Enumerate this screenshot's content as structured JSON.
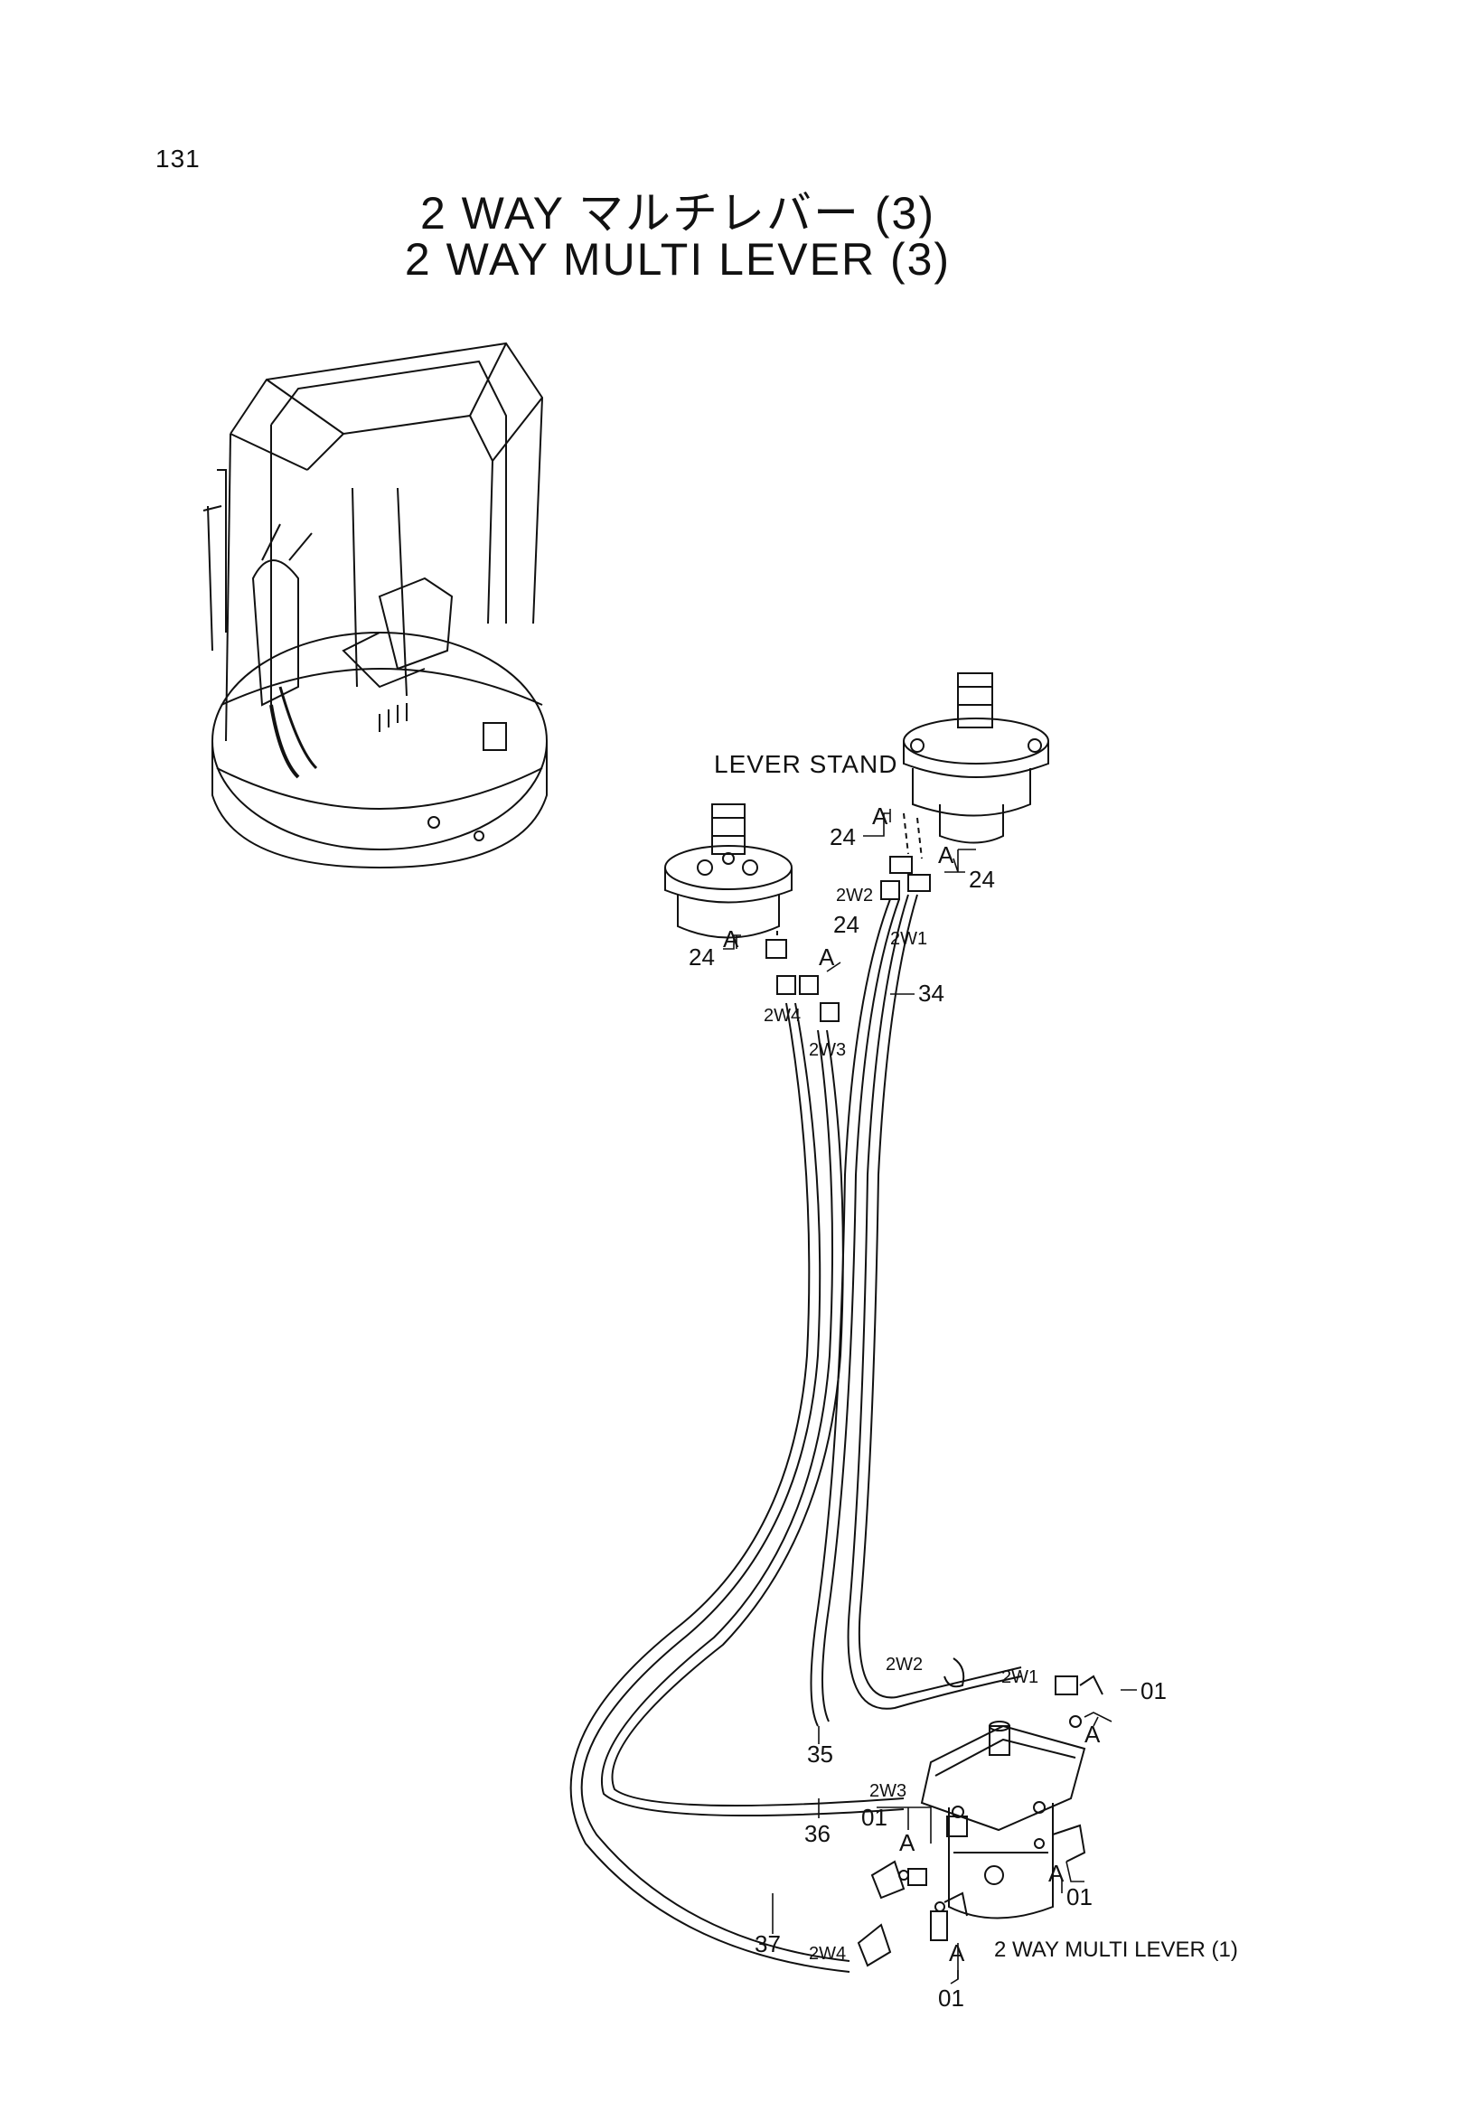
{
  "page_number": "131",
  "title_jp": "2 WAY マルチレバー (3)",
  "title_en": "2 WAY MULTI LEVER (3)",
  "labels": {
    "lever_stand": "LEVER STAND",
    "multi_lever_ref": "2 WAY MULTI LEVER (1)",
    "detail_a": "A",
    "part_24": "24",
    "part_34": "34",
    "part_35": "35",
    "part_36": "36",
    "part_37": "37",
    "part_01": "01",
    "port_2w1": "2W1",
    "port_2w2": "2W2",
    "port_2w3": "2W3",
    "port_2w4": "2W4"
  }
}
